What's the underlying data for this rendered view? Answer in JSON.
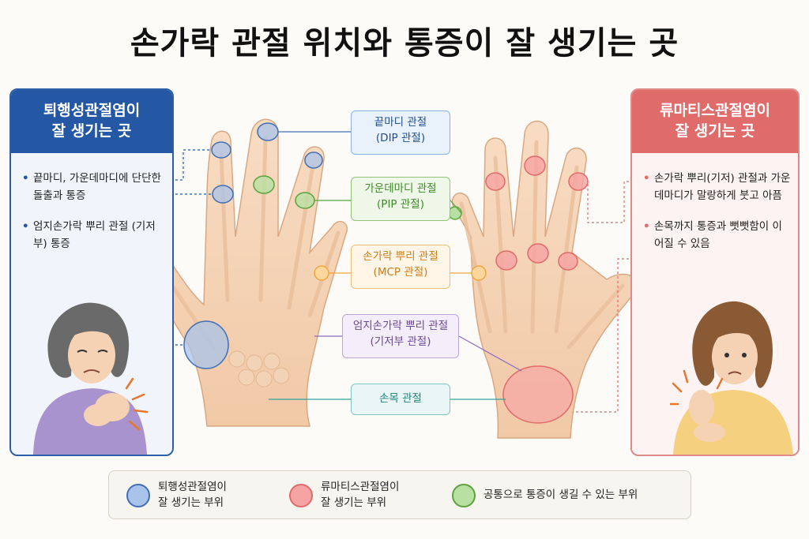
{
  "title": "손가락 관절 위치와 통증이 잘 생기는 곳",
  "left_panel": {
    "heading_line1": "퇴행성관절염이",
    "heading_line2": "잘 생기는 곳",
    "bullets": [
      "끝마디, 가운데마디에 단단한 돌출과 통증",
      "엄지손가락 뿌리 관절 (기저부) 통증"
    ]
  },
  "right_panel": {
    "heading_line1": "류마티스관절염이",
    "heading_line2": "잘 생기는 곳",
    "bullets": [
      "손가락 뿌리(기저) 관절과 가운데마디가 말랑하게 붓고 아픔",
      "손목까지 통증과 뻣뻣함이 이어질 수 있음"
    ]
  },
  "joint_labels": {
    "dip": {
      "line1": "끝마디 관절",
      "line2": "(DIP 관절)"
    },
    "pip": {
      "line1": "가운데마디 관절",
      "line2": "(PIP 관절)"
    },
    "mcp": {
      "line1": "손가락 뿌리 관절",
      "line2": "(MCP 관절)"
    },
    "cmc": {
      "line1": "엄지손가락 뿌리 관절",
      "line2": "(기저부 관절)"
    },
    "wrist": {
      "line1": "손목 관절"
    }
  },
  "legend": [
    {
      "line1": "퇴행성관절염이",
      "line2": "잘 생기는 부위",
      "color": "#7ea6dc",
      "border": "#3f6fb4"
    },
    {
      "line1": "류마티스관절염이",
      "line2": "잘 생기는 부위",
      "color": "#f6a3a3",
      "border": "#e06b6b"
    },
    {
      "line1": "공통으로 통증이 생길 수 있는 부위",
      "line2": "",
      "color": "#a9d68f",
      "border": "#5aa33d"
    }
  ],
  "colors": {
    "osteo": "#2457a4",
    "rheum": "#e06b6b",
    "common": "#5aa33d",
    "mcp": "#f0a640",
    "cmc": "#8c6bc0",
    "wrist": "#2fa39b"
  },
  "icons": [
    "left-hand-illustration",
    "right-hand-illustration",
    "elderly-woman-icon",
    "woman-icon",
    "pain-burst-icon"
  ]
}
